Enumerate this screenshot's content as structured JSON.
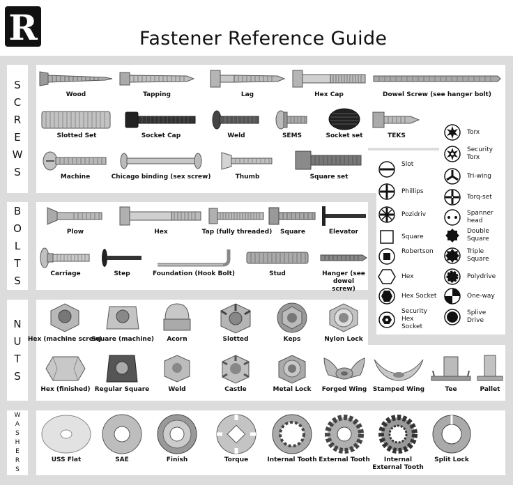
{
  "title": "Fastener Reference Guide",
  "logo_letter": "R",
  "sections": {
    "screws": {
      "letters": [
        "S",
        "C",
        "R",
        "E",
        "W",
        "S"
      ]
    },
    "bolts": {
      "letters": [
        "B",
        "O",
        "L",
        "T",
        "S"
      ]
    },
    "nuts": {
      "letters": [
        "N",
        "U",
        "T",
        "S"
      ]
    },
    "washers": {
      "letters": [
        "W",
        "A",
        "S",
        "H",
        "E",
        "R",
        "S"
      ]
    }
  },
  "screws": [
    "Wood",
    "Tapping",
    "Lag",
    "Hex Cap",
    "Dowel Screw (see hanger bolt)",
    "Slotted Set",
    "Socket Cap",
    "Weld",
    "SEMS",
    "Socket set",
    "TEKS",
    "Machine",
    "Chicago binding (sex screw)",
    "Thumb",
    "Square set"
  ],
  "bolts": [
    "Plow",
    "Hex",
    "Tap (fully threaded)",
    "Square",
    "Elevator",
    "Carriage",
    "Step",
    "Foundation (Hook Bolt)",
    "Stud",
    "Hanger (see dowel screw)"
  ],
  "nuts": [
    "Hex (machine screw)",
    "Square (machine)",
    "Acorn",
    "Slotted",
    "Keps",
    "Nylon Lock",
    "Hex (finished)",
    "Regular Square",
    "Weld",
    "Castle",
    "Metal Lock",
    "Forged Wing",
    "Stamped Wing",
    "Tee",
    "Pallet"
  ],
  "washers": [
    "USS Flat",
    "SAE",
    "Finish",
    "Torque",
    "Internal Tooth",
    "External Tooth",
    "Internal External Tooth",
    "Split Lock"
  ],
  "drives_left": [
    "Slot",
    "Phillips",
    "Pozidriv",
    "Square",
    "Robertson",
    "Hex",
    "Hex Socket",
    "Security Hex Socket"
  ],
  "drives_right": [
    "Torx",
    "Security Torx",
    "Tri-wing",
    "Torq-set",
    "Spanner head",
    "Double Square",
    "Triple Square",
    "Polydrive",
    "One-way",
    "Splive Drive"
  ],
  "colors": {
    "background": "#dcdcdc",
    "panel": "#ffffff",
    "metal": "#a8a8a8",
    "dark": "#222222"
  }
}
